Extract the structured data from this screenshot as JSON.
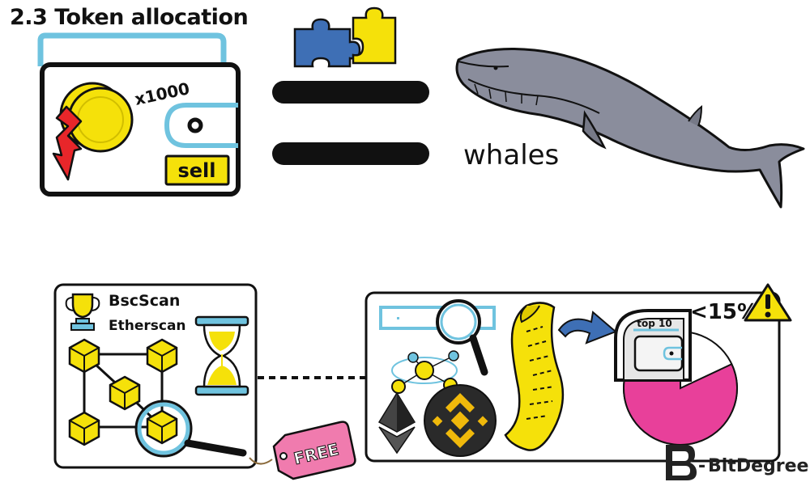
{
  "title": "2.3 Token allocation",
  "wallet": {
    "multiplier": "x1000",
    "sell_label": "sell"
  },
  "whale_label": "whales",
  "explorer_card": {
    "bscscan": "BscScan",
    "etherscan": "Etherscan"
  },
  "free_tag": "FREE",
  "analysis_card": {
    "top_label": "top 10",
    "threshold": "<15%",
    "pie_share": 0.82
  },
  "brand": {
    "name": "BitDegree",
    "prefix": "-"
  },
  "colors": {
    "yellow": "#F5E10A",
    "blue": "#6FC3DF",
    "pink": "#E8409A",
    "whale": "#8A8D9C",
    "red": "#E8262A",
    "puzzle_blue": "#3E6FB5"
  }
}
